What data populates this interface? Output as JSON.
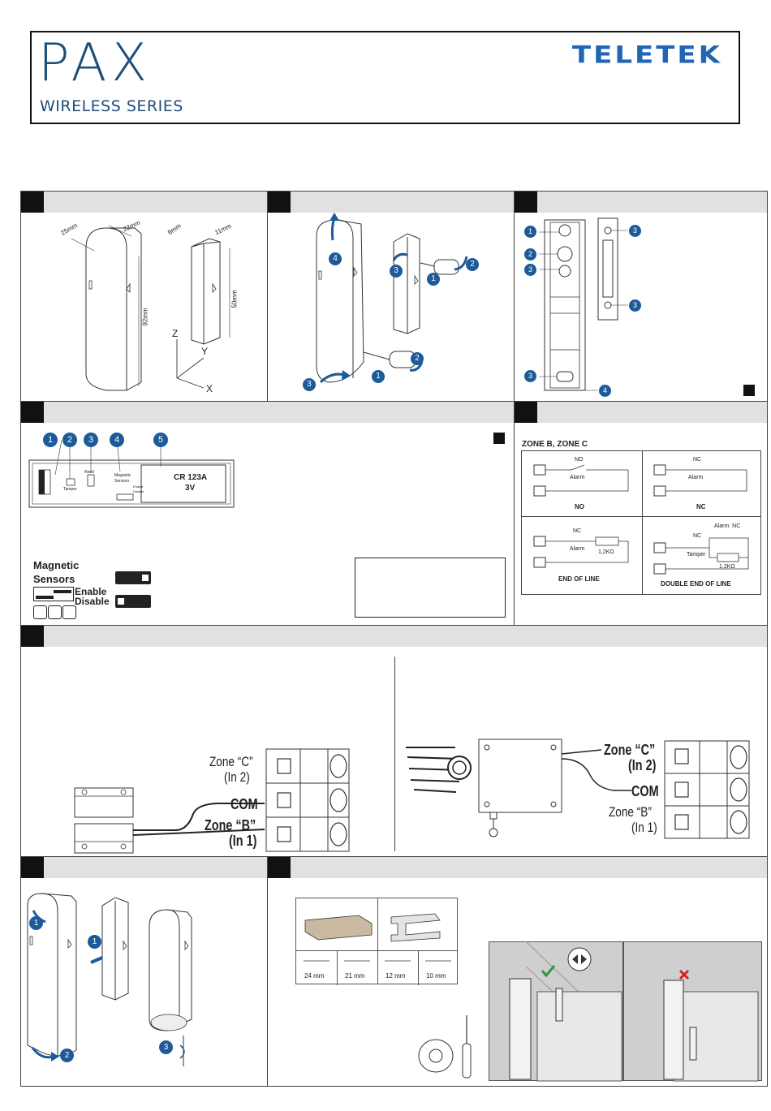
{
  "header": {
    "logo_text": "PAX",
    "series": "WIRELESS SERIES",
    "brand": "TELETEK"
  },
  "dimensions": {
    "width_main": "25mm",
    "depth_main": "22mm",
    "height_main": "92mm",
    "width_magnet": "8mm",
    "depth_magnet": "11mm",
    "height_magnet": "50mm",
    "axis_x": "X",
    "axis_y": "Y",
    "axis_z": "Z"
  },
  "step_numbers": [
    "1",
    "2",
    "3",
    "4",
    "5"
  ],
  "board": {
    "tamper": "Tamper",
    "reed": "Reed",
    "magnetic": "Magnetic",
    "sensors": "Sensors",
    "enable": "Enable",
    "disable": "Disable",
    "battery_model": "CR 123A",
    "battery_voltage": "3V"
  },
  "jumper_legend": {
    "magnetic": "Magnetic",
    "sensors": "Sensors",
    "enable": "Enable",
    "disable": "Disable"
  },
  "wiring": {
    "title": "ZONE B, ZONE C",
    "no_contact": "NO",
    "nc_contact": "NC",
    "alarm": "Alarm",
    "tamper": "Tamper",
    "resistor": "1,2KΩ",
    "alarm_nc": "Alarm  NC",
    "cells": [
      "NO",
      "NC",
      "END OF LINE",
      "DOUBLE END OF LINE"
    ]
  },
  "connection_left": {
    "zone_c": "Zone “C”",
    "zone_c_in": "(In 2)",
    "com": "COM",
    "zone_b": "Zone “B”",
    "zone_b_in": "(In 1)"
  },
  "connection_right": {
    "zone_c": "Zone “C”",
    "zone_c_in": "(In 2)",
    "com": "COM",
    "zone_b": "Zone “B”",
    "zone_b_in": "(In 1)"
  },
  "distances": [
    "24 mm",
    "21 mm",
    "12 mm",
    "10 mm"
  ],
  "colors": {
    "accent": "#1f66b3",
    "step": "#1d5a99",
    "ok": "#2e9a3a",
    "bad": "#d62020"
  }
}
